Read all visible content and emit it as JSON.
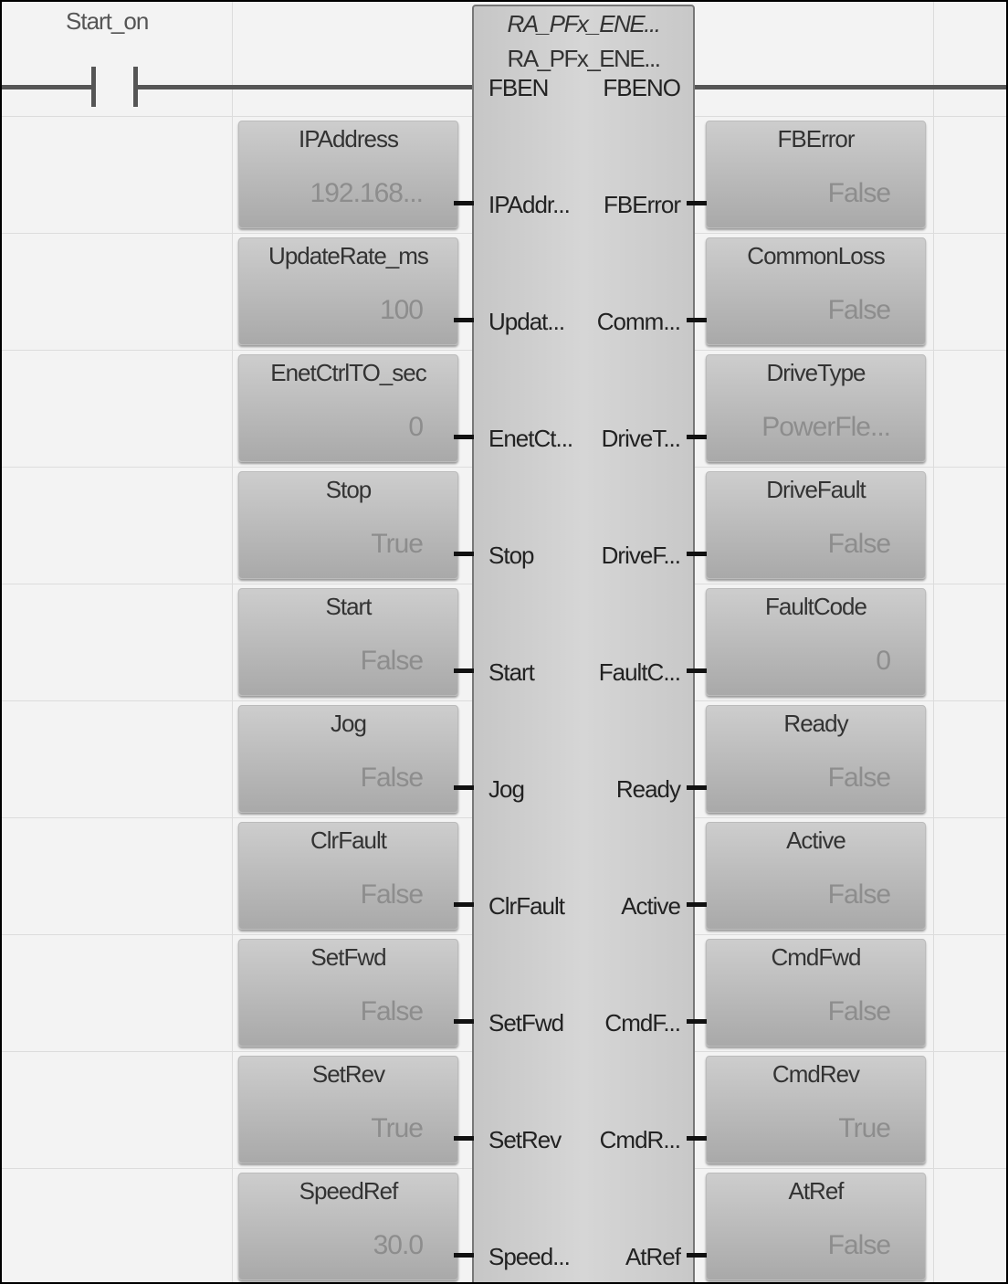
{
  "contact": {
    "label": "Start_on"
  },
  "block": {
    "type_name": "RA_PFx_ENE...",
    "instance_name": "RA_PFx_ENE...",
    "enable_in": "FBEN",
    "enable_out": "FBENO"
  },
  "inputs": [
    {
      "name": "IPAddress",
      "value": "192.168...",
      "pin": "IPAddr..."
    },
    {
      "name": "UpdateRate_ms",
      "value": "100",
      "pin": "Updat..."
    },
    {
      "name": "EnetCtrlTO_sec",
      "value": "0",
      "pin": "EnetCt..."
    },
    {
      "name": "Stop",
      "value": "True",
      "pin": "Stop"
    },
    {
      "name": "Start",
      "value": "False",
      "pin": "Start"
    },
    {
      "name": "Jog",
      "value": "False",
      "pin": "Jog"
    },
    {
      "name": "ClrFault",
      "value": "False",
      "pin": "ClrFault"
    },
    {
      "name": "SetFwd",
      "value": "False",
      "pin": "SetFwd"
    },
    {
      "name": "SetRev",
      "value": "True",
      "pin": "SetRev"
    },
    {
      "name": "SpeedRef",
      "value": "30.0",
      "pin": "Speed..."
    }
  ],
  "outputs": [
    {
      "name": "FBError",
      "value": "False",
      "pin": "FBError"
    },
    {
      "name": "CommonLoss",
      "value": "False",
      "pin": "Comm..."
    },
    {
      "name": "DriveType",
      "value": "PowerFle...",
      "pin": "DriveT..."
    },
    {
      "name": "DriveFault",
      "value": "False",
      "pin": "DriveF..."
    },
    {
      "name": "FaultCode",
      "value": "0",
      "pin": "FaultC..."
    },
    {
      "name": "Ready",
      "value": "False",
      "pin": "Ready"
    },
    {
      "name": "Active",
      "value": "False",
      "pin": "Active"
    },
    {
      "name": "CmdFwd",
      "value": "False",
      "pin": "CmdF..."
    },
    {
      "name": "CmdRev",
      "value": "True",
      "pin": "CmdR..."
    },
    {
      "name": "AtRef",
      "value": "False",
      "pin": "AtRef"
    }
  ]
}
